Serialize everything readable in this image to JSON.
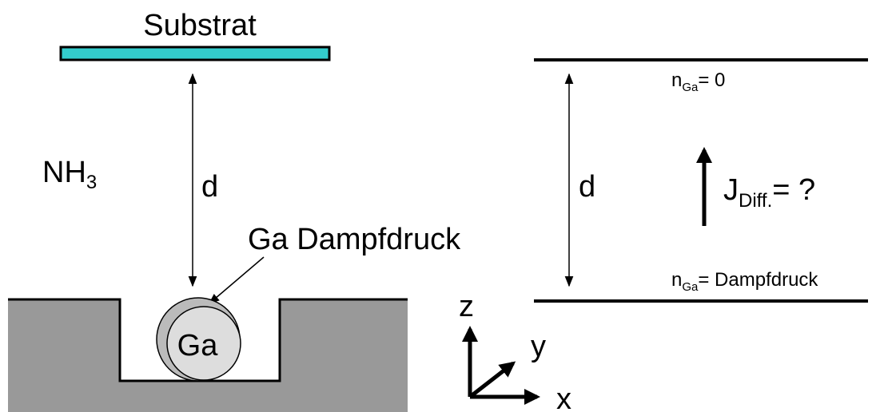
{
  "left_panel": {
    "substrate_label": "Substrat",
    "gas_label": "NH",
    "gas_subscript": "3",
    "distance_label": "d",
    "vapor_label": "Ga Dampfdruck",
    "source_label": "Ga"
  },
  "axes": {
    "z_label": "z",
    "y_label": "y",
    "x_label": "x"
  },
  "right_panel": {
    "top_n": "n",
    "top_n_sub": "Ga",
    "top_value": "= 0",
    "distance_label": "d",
    "flux_symbol": "J",
    "flux_sub": "Diff.",
    "flux_value": "= ?",
    "bottom_n": "n",
    "bottom_n_sub": "Ga",
    "bottom_value": "= Dampfdruck"
  },
  "colors": {
    "substrate_fill": "#33cccc",
    "crucible_fill": "#999999",
    "source_outer": "#bbbbbb",
    "source_inner": "#dddddd"
  }
}
